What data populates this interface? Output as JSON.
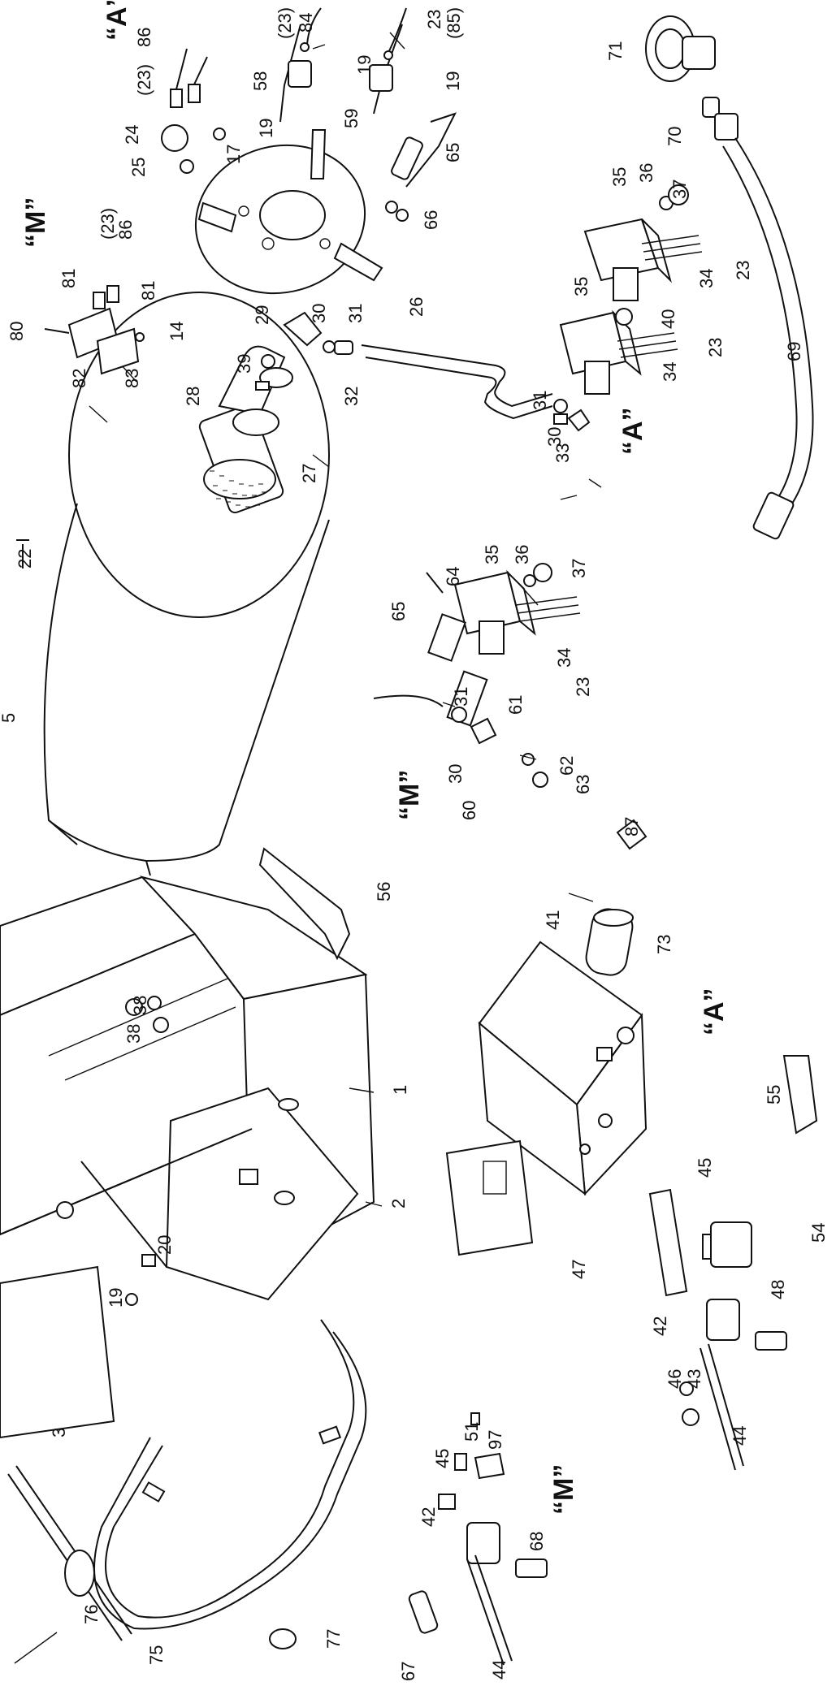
{
  "sections": {
    "a": "“A”",
    "m": "“M”"
  },
  "labels": {
    "1": "1",
    "2": "2",
    "3": "3",
    "5": "5",
    "14": "14",
    "17": "17",
    "19": "19",
    "20": "20",
    "22": "22",
    "23": "23",
    "23p": "(23)",
    "24": "24",
    "25": "25",
    "26": "26",
    "27": "27",
    "28": "28",
    "29": "29",
    "30": "30",
    "31": "31",
    "32": "32",
    "33": "33",
    "34": "34",
    "35": "35",
    "36": "36",
    "37": "37",
    "38": "38",
    "39": "39",
    "40": "40",
    "41": "41",
    "42": "42",
    "43": "43",
    "44": "44",
    "45": "45",
    "46": "46",
    "47": "47",
    "48": "48",
    "51": "51",
    "54": "54",
    "55": "55",
    "56": "56",
    "58": "58",
    "59": "59",
    "60": "60",
    "61": "61",
    "62": "62",
    "63": "63",
    "64": "64",
    "65": "65",
    "66": "66",
    "67": "67",
    "68": "68",
    "69": "69",
    "70": "70",
    "71": "71",
    "73": "73",
    "75": "75",
    "76": "76",
    "77": "77",
    "80": "80",
    "81": "81",
    "82": "82",
    "83": "83",
    "84": "84",
    "85p": "(85)",
    "86": "86",
    "87": "87",
    "97": "97"
  }
}
